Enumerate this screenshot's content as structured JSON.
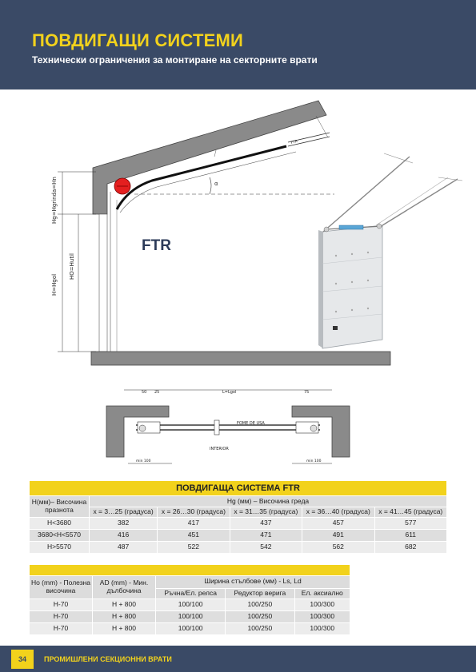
{
  "header": {
    "title": "ПОВДИГАЩИ СИСТЕМИ",
    "subtitle": "Технически ограничения за монтиране на секторните врати"
  },
  "diagram": {
    "model_label": "FTR",
    "dim_hg": "Hg=Hgrinda=Hn",
    "dim_ho": "HO=Hutil",
    "dim_h": "H=Hgol",
    "angle_label": "α",
    "rail_label": "FTR",
    "plan_dim_50": "50",
    "plan_dim_25": "25",
    "plan_dim_ls": "L=Lgol",
    "plan_dim_75": "75",
    "plan_label_shaft": "FOME DE USA",
    "plan_label_interior": "INTERIOR",
    "plan_min_left": "min 100",
    "plan_min_right": "min 100"
  },
  "table1": {
    "title": "ПОВДИГАЩА СИСТЕМА FTR",
    "col_h": "H(мм)– Височина празнота",
    "col_hg": "Hg (мм) – Височина греда",
    "subheaders": [
      "x = 3…25 (градуса)",
      "x = 26…30 (градуса)",
      "x = 31…35 (градуса)",
      "x = 36…40 (градуса)",
      "x = 41…45 (градуса)"
    ],
    "rows": [
      {
        "h": "H<3680",
        "v": [
          "382",
          "417",
          "437",
          "457",
          "577"
        ]
      },
      {
        "h": "3680<H<5570",
        "v": [
          "416",
          "451",
          "471",
          "491",
          "611"
        ]
      },
      {
        "h": "H>5570",
        "v": [
          "487",
          "522",
          "542",
          "562",
          "682"
        ]
      }
    ]
  },
  "table2": {
    "col_ho": "Ho (mm) - Полезна височина",
    "col_ad": "AD (mm) - Мин. дълбочина",
    "col_width": "Ширина стълбове (мм) - Ls, Ld",
    "subheaders": [
      "Ръчна/Ел. релса",
      "Редуктор верига",
      "Ел. аксиално"
    ],
    "rows": [
      {
        "ho": "H-70",
        "ad": "H + 800",
        "v": [
          "100/100",
          "100/250",
          "100/300"
        ]
      },
      {
        "ho": "H-70",
        "ad": "H + 800",
        "v": [
          "100/100",
          "100/250",
          "100/300"
        ]
      },
      {
        "ho": "H-70",
        "ad": "H + 800",
        "v": [
          "100/100",
          "100/250",
          "100/300"
        ]
      }
    ]
  },
  "footer": {
    "page_number": "34",
    "text": "ПРОМИШЛЕНИ СЕКЦИОННИ ВРАТИ"
  },
  "colors": {
    "header_bg": "#3a4a66",
    "accent_yellow": "#f2d21c"
  }
}
